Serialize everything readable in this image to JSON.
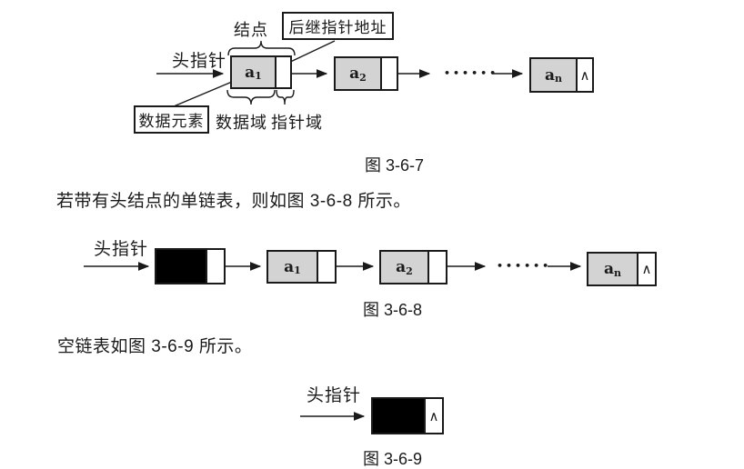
{
  "fig367": {
    "caption": "图 3-6-7",
    "labels": {
      "head_pointer": "头指针",
      "node": "结点",
      "next_pointer_address": "后继指针地址",
      "data_element": "数据元素",
      "data_field": "数据域",
      "pointer_field": "指针域"
    },
    "nodes": [
      {
        "base": "a",
        "sub": "1"
      },
      {
        "base": "a",
        "sub": "2"
      },
      {
        "base": "a",
        "sub": "n"
      }
    ],
    "null_marker": "∧",
    "ellipsis": "••••••"
  },
  "paragraphs": {
    "p1": "若带有头结点的单链表，则如图 3-6-8 所示。",
    "p2": "空链表如图 3-6-9 所示。"
  },
  "fig368": {
    "caption": "图 3-6-8",
    "labels": {
      "head_pointer": "头指针"
    },
    "nodes": [
      {
        "base": "a",
        "sub": "1"
      },
      {
        "base": "a",
        "sub": "2"
      },
      {
        "base": "a",
        "sub": "n"
      }
    ],
    "null_marker": "∧",
    "ellipsis": "••••••"
  },
  "fig369": {
    "caption": "图 3-6-9",
    "labels": {
      "head_pointer": "头指针"
    },
    "null_marker": "∧"
  },
  "colors": {
    "node_fill": "#d3d3d3",
    "head_node_fill": "#000000",
    "line": "#1a1a1a",
    "background": "#ffffff"
  }
}
